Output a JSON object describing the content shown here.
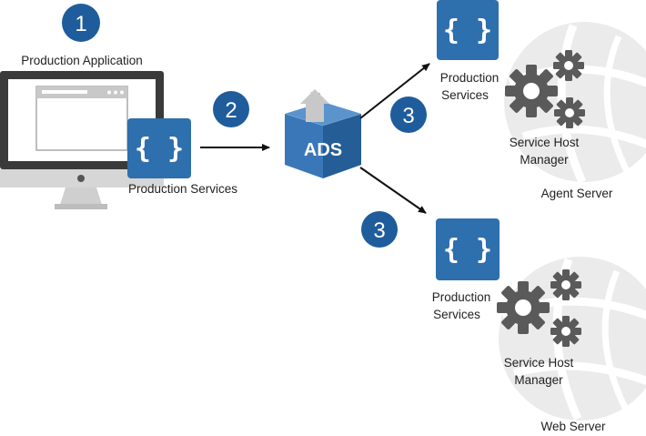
{
  "diagram": {
    "steps": [
      "1",
      "2",
      "3",
      "3"
    ],
    "production_application_label": "Production Application",
    "production_services_main_label": "Production Services",
    "ads_label": "ADS",
    "brace_glyph": "{ }",
    "agent_production_services": [
      "Production",
      "Services"
    ],
    "agent_shm": [
      "Service Host",
      "Manager"
    ],
    "agent_server_label": "Agent Server",
    "web_production_services": [
      "Production",
      "Services"
    ],
    "web_shm": [
      "Service Host",
      "Manager"
    ],
    "web_server_label": "Web Server"
  },
  "colors": {
    "badge": "#1f5c9b",
    "service_tile": "#2e6fae",
    "gear": "#5a5a5a",
    "globe": "#e9e9e9",
    "ads_front": "#3a77b8",
    "ads_top": "#5b93cd",
    "ads_side": "#255d96",
    "arrow": "#111111"
  }
}
